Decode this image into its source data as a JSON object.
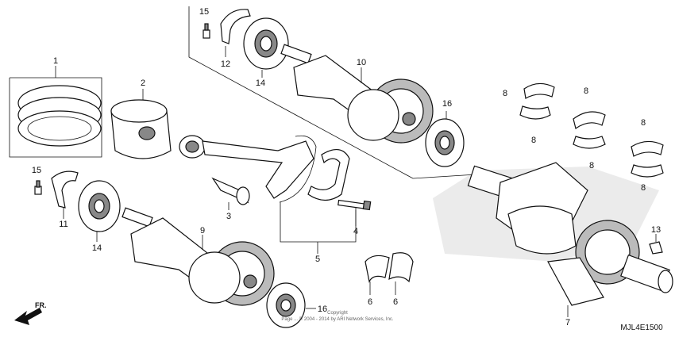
{
  "diagram": {
    "callouts": [
      {
        "id": "c1",
        "text": "1"
      },
      {
        "id": "c2",
        "text": "2"
      },
      {
        "id": "c3",
        "text": "3"
      },
      {
        "id": "c4",
        "text": "4"
      },
      {
        "id": "c5",
        "text": "5"
      },
      {
        "id": "c6a",
        "text": "6"
      },
      {
        "id": "c6b",
        "text": "6"
      },
      {
        "id": "c7",
        "text": "7"
      },
      {
        "id": "c8a",
        "text": "8"
      },
      {
        "id": "c8b",
        "text": "8"
      },
      {
        "id": "c8c",
        "text": "8"
      },
      {
        "id": "c8d",
        "text": "8"
      },
      {
        "id": "c8e",
        "text": "8"
      },
      {
        "id": "c8f",
        "text": "8"
      },
      {
        "id": "c9",
        "text": "9"
      },
      {
        "id": "c10",
        "text": "10"
      },
      {
        "id": "c11",
        "text": "11"
      },
      {
        "id": "c12",
        "text": "12"
      },
      {
        "id": "c13",
        "text": "13"
      },
      {
        "id": "c14a",
        "text": "14"
      },
      {
        "id": "c14b",
        "text": "14"
      },
      {
        "id": "c15a",
        "text": "15"
      },
      {
        "id": "c15b",
        "text": "15"
      },
      {
        "id": "c16a",
        "text": "16"
      },
      {
        "id": "c16b",
        "text": "16"
      }
    ],
    "direction_label": "FR.",
    "diagram_code": "MJL4E1500",
    "copyright_line1": "Copyright",
    "copyright_line2": "Page ... © 2004 - 2014 by ARI Network Services, Inc."
  },
  "colors": {
    "line": "#111111",
    "background": "#ffffff",
    "shade": "#888888",
    "watermark": "#dddddd",
    "callout_16": "#555555"
  },
  "icons": [
    "front-direction-arrow-icon"
  ]
}
